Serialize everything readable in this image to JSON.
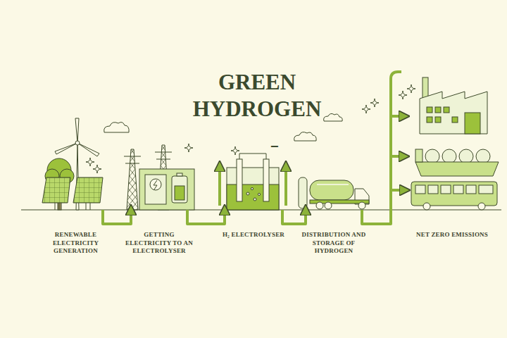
{
  "diagram": {
    "title": "GREEN HYDROGEN",
    "nodes": [
      {
        "text": [
          "RENEWABLE ELECTRICITY GENERATION"
        ]
      },
      {
        "text": [
          "GETTING ELECTRICITY TO AN ELECTROLYSER"
        ]
      },
      {
        "text": [
          "H₂ ELECTROLYSER"
        ]
      },
      {
        "text": [
          "DISTRIBUTION AND STORAGE OF HYDROGEN"
        ]
      },
      {
        "text": [
          "NET ZERO EMISSIONS"
        ]
      }
    ],
    "edges": [
      {
        "from": 0,
        "to": 1,
        "arrow": "to"
      },
      {
        "from": 1,
        "to": 2,
        "arrow": "to"
      },
      {
        "from": 2,
        "to": 3,
        "arrow": "to"
      },
      {
        "from": 3,
        "to": 4,
        "arrow": "to"
      }
    ],
    "labels": [
      "−"
    ]
  }
}
